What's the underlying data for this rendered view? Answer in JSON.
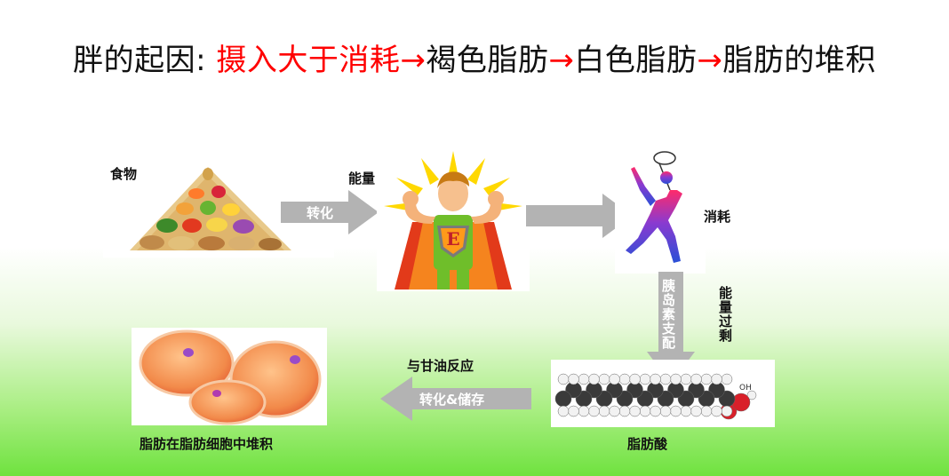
{
  "title": {
    "prefix": "胖的起因: ",
    "red_part": "摄入大于消耗",
    "arrow1": "→",
    "part2": "褐色脂肪",
    "arrow2": "→",
    "part3": "白色脂肪",
    "arrow3": "→",
    "part4": "脂肪的堆积"
  },
  "nodes": {
    "food": "食物",
    "energy": "能量",
    "consume": "消耗",
    "fatty_acid": "脂肪酸",
    "fat_storage": "脂肪在脂肪细胞中堆积"
  },
  "arrows": {
    "convert": "转化",
    "insulin": "胰岛素支配",
    "energy_surplus": "能量过剩",
    "glycerol_reaction": "与甘油反应",
    "convert_store": "转化&储存"
  },
  "molecule": {
    "group_label": "OH"
  },
  "colors": {
    "title_red": "#ff0000",
    "arrow_gray": "#b3b3b3",
    "gradient_green": "#6fe23f"
  }
}
